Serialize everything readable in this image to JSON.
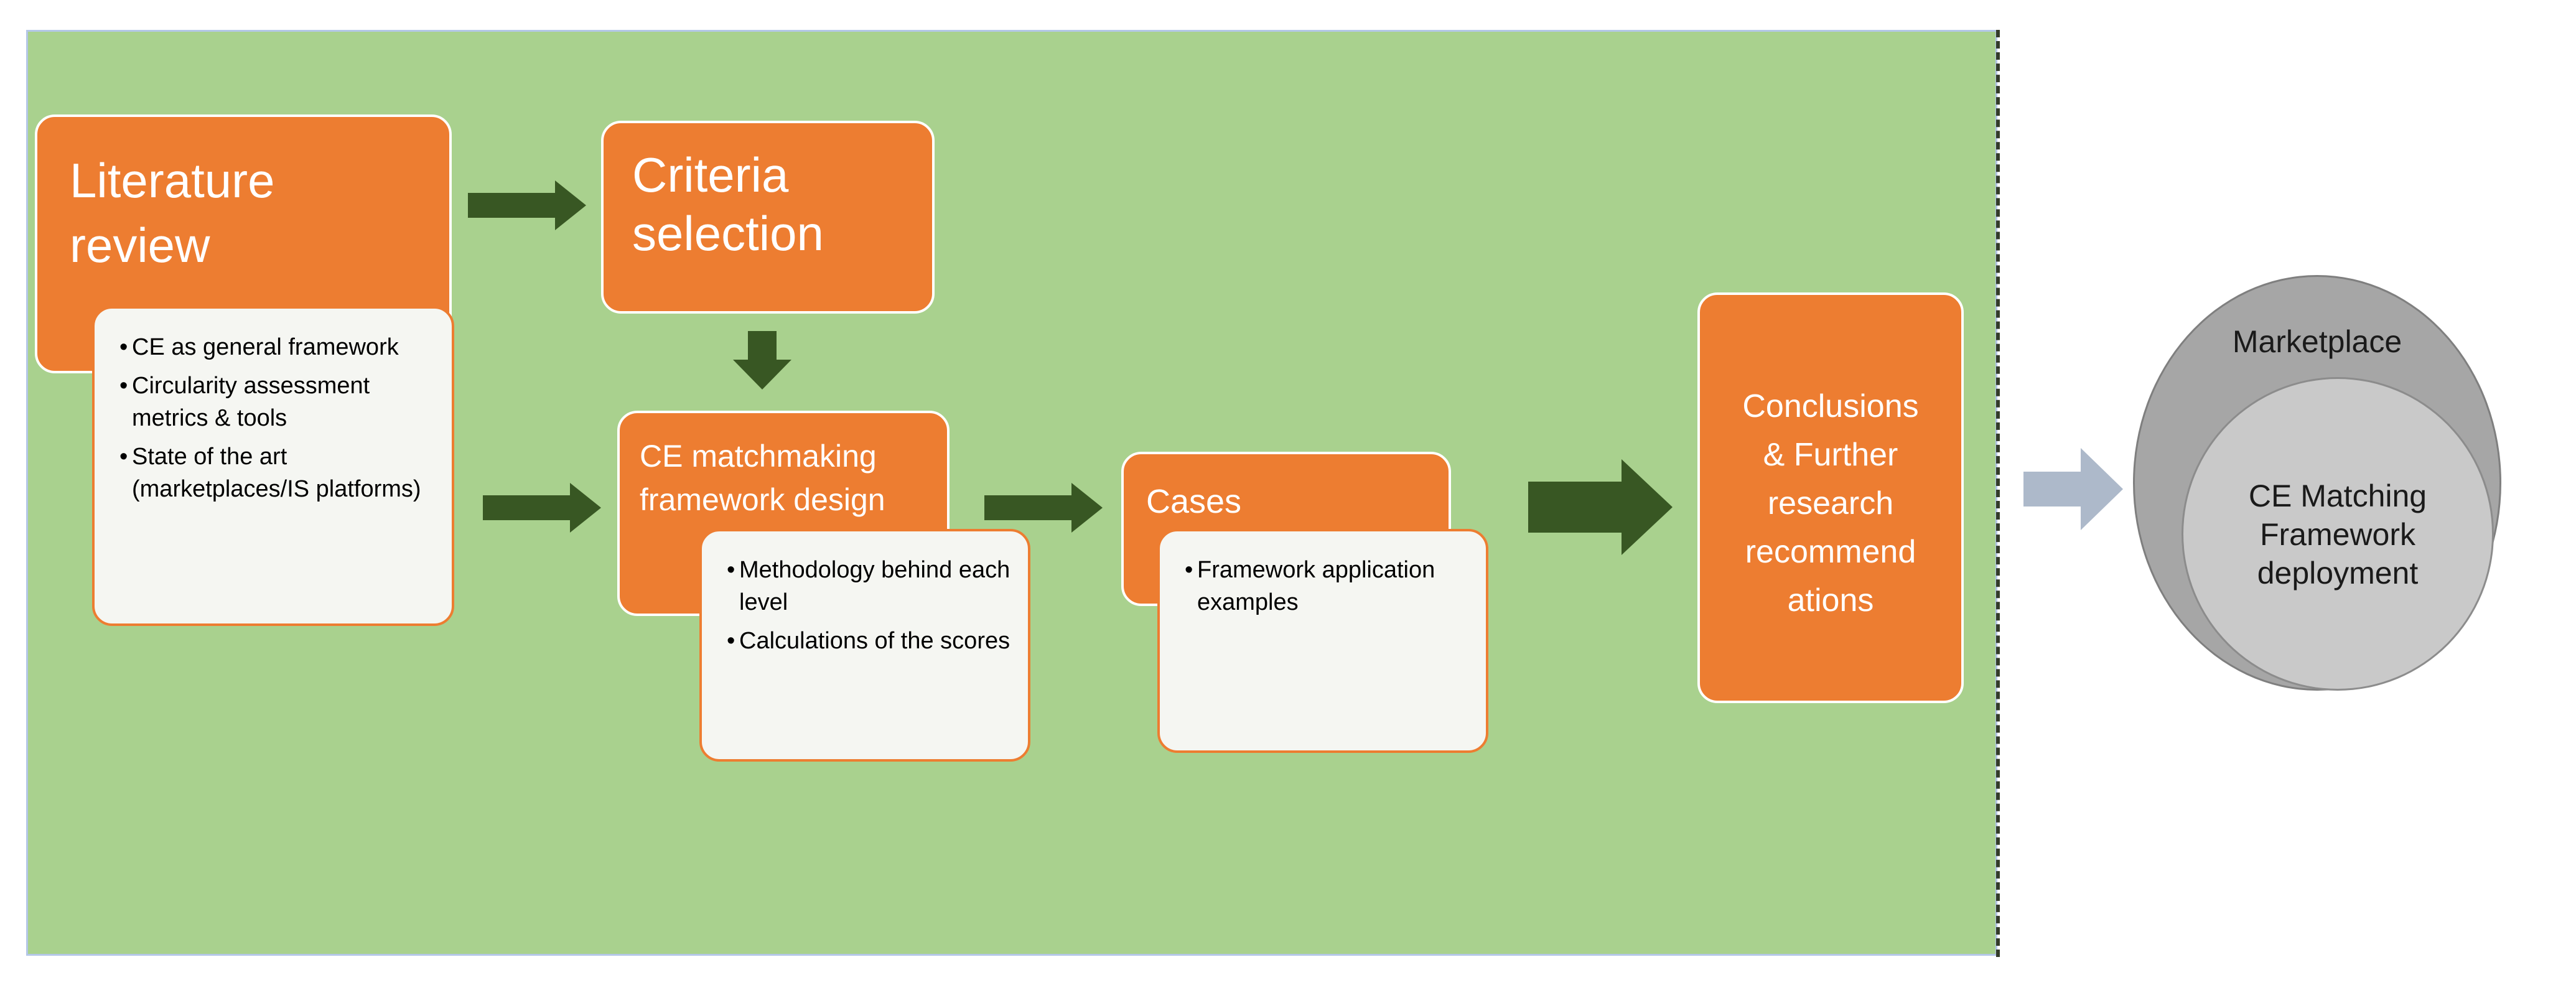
{
  "literature_review": {
    "title": "Literature\nreview",
    "bullets": [
      "CE as general framework",
      "Circularity assessment metrics & tools",
      "State of the art (marketplaces/IS platforms)"
    ]
  },
  "criteria_selection": {
    "title": "Criteria\nselection"
  },
  "matchmaking": {
    "title": "CE matchmaking\nframework design",
    "bullets": [
      "Methodology behind each level",
      "Calculations of the scores"
    ]
  },
  "cases": {
    "title": "Cases",
    "bullets": [
      "Framework application examples"
    ]
  },
  "conclusions": {
    "title": "Conclusions\n& Further\nresearch\nrecommend\nations"
  },
  "marketplace": {
    "outer_label": "Marketplace",
    "inner_label": "CE Matching\nFramework\ndeployment"
  },
  "colors": {
    "panel_bg": "#a9d18e",
    "box_orange": "#ed7d31",
    "box_white": "#f5f6f2",
    "arrow_green": "#385723",
    "arrow_grey": "#adb9ca",
    "circle_outer": "#a6a6a6",
    "circle_inner": "#c9c9c9"
  }
}
